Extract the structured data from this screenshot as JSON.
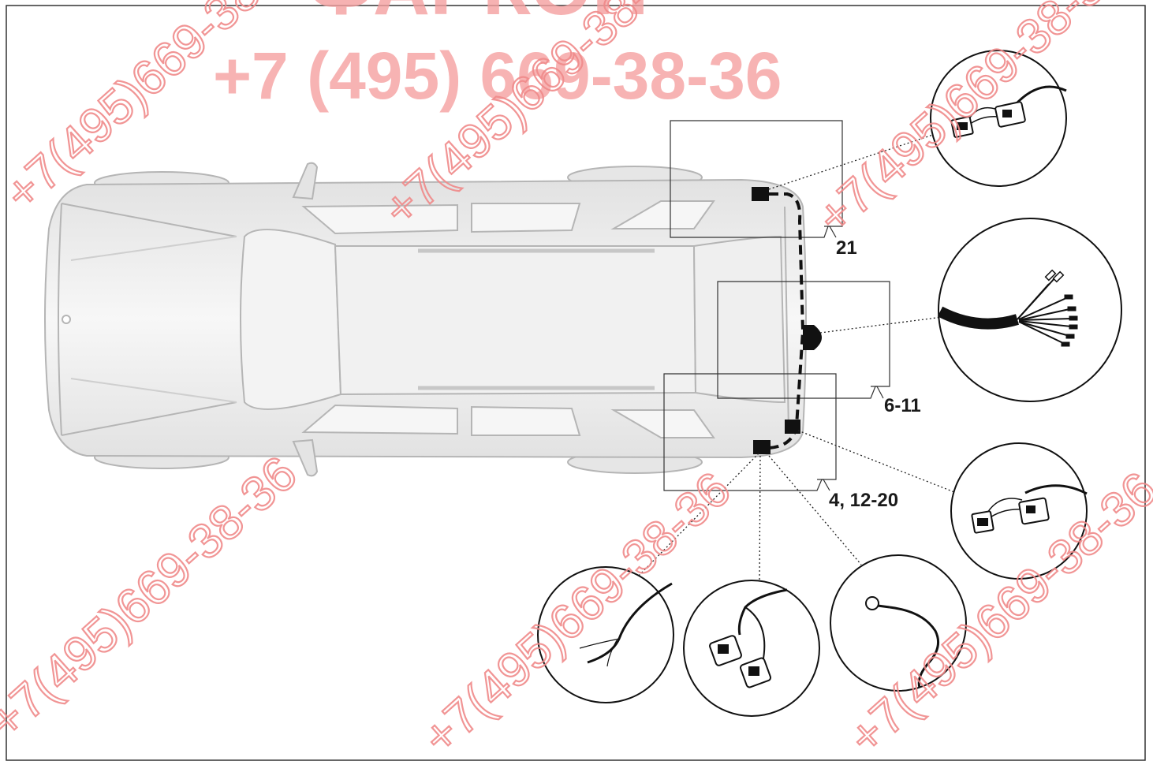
{
  "watermark": {
    "brand": "ФАРКОП",
    "phone_main": "+7 (495) 669-38-36",
    "phone_diag": "+7(495)669-38-36",
    "color": "#f08a8a"
  },
  "labels": {
    "kit_top": "21",
    "kit_socket": "6-11",
    "kit_bottom": "4, 12-20"
  },
  "icons": {
    "top_right_connector": "connector-pair-icon",
    "socket_harness": "wire-bundle-icon",
    "right_connector": "connector-pair-icon",
    "bottom_wire": "loose-wire-icon",
    "bottom_plugs": "plug-pair-icon",
    "bottom_ground": "ground-ring-terminal-icon"
  },
  "colors": {
    "frame": "#333333",
    "car_fill": "#eeeeee",
    "car_stroke": "#b8b8b8",
    "harness": "#111111"
  }
}
